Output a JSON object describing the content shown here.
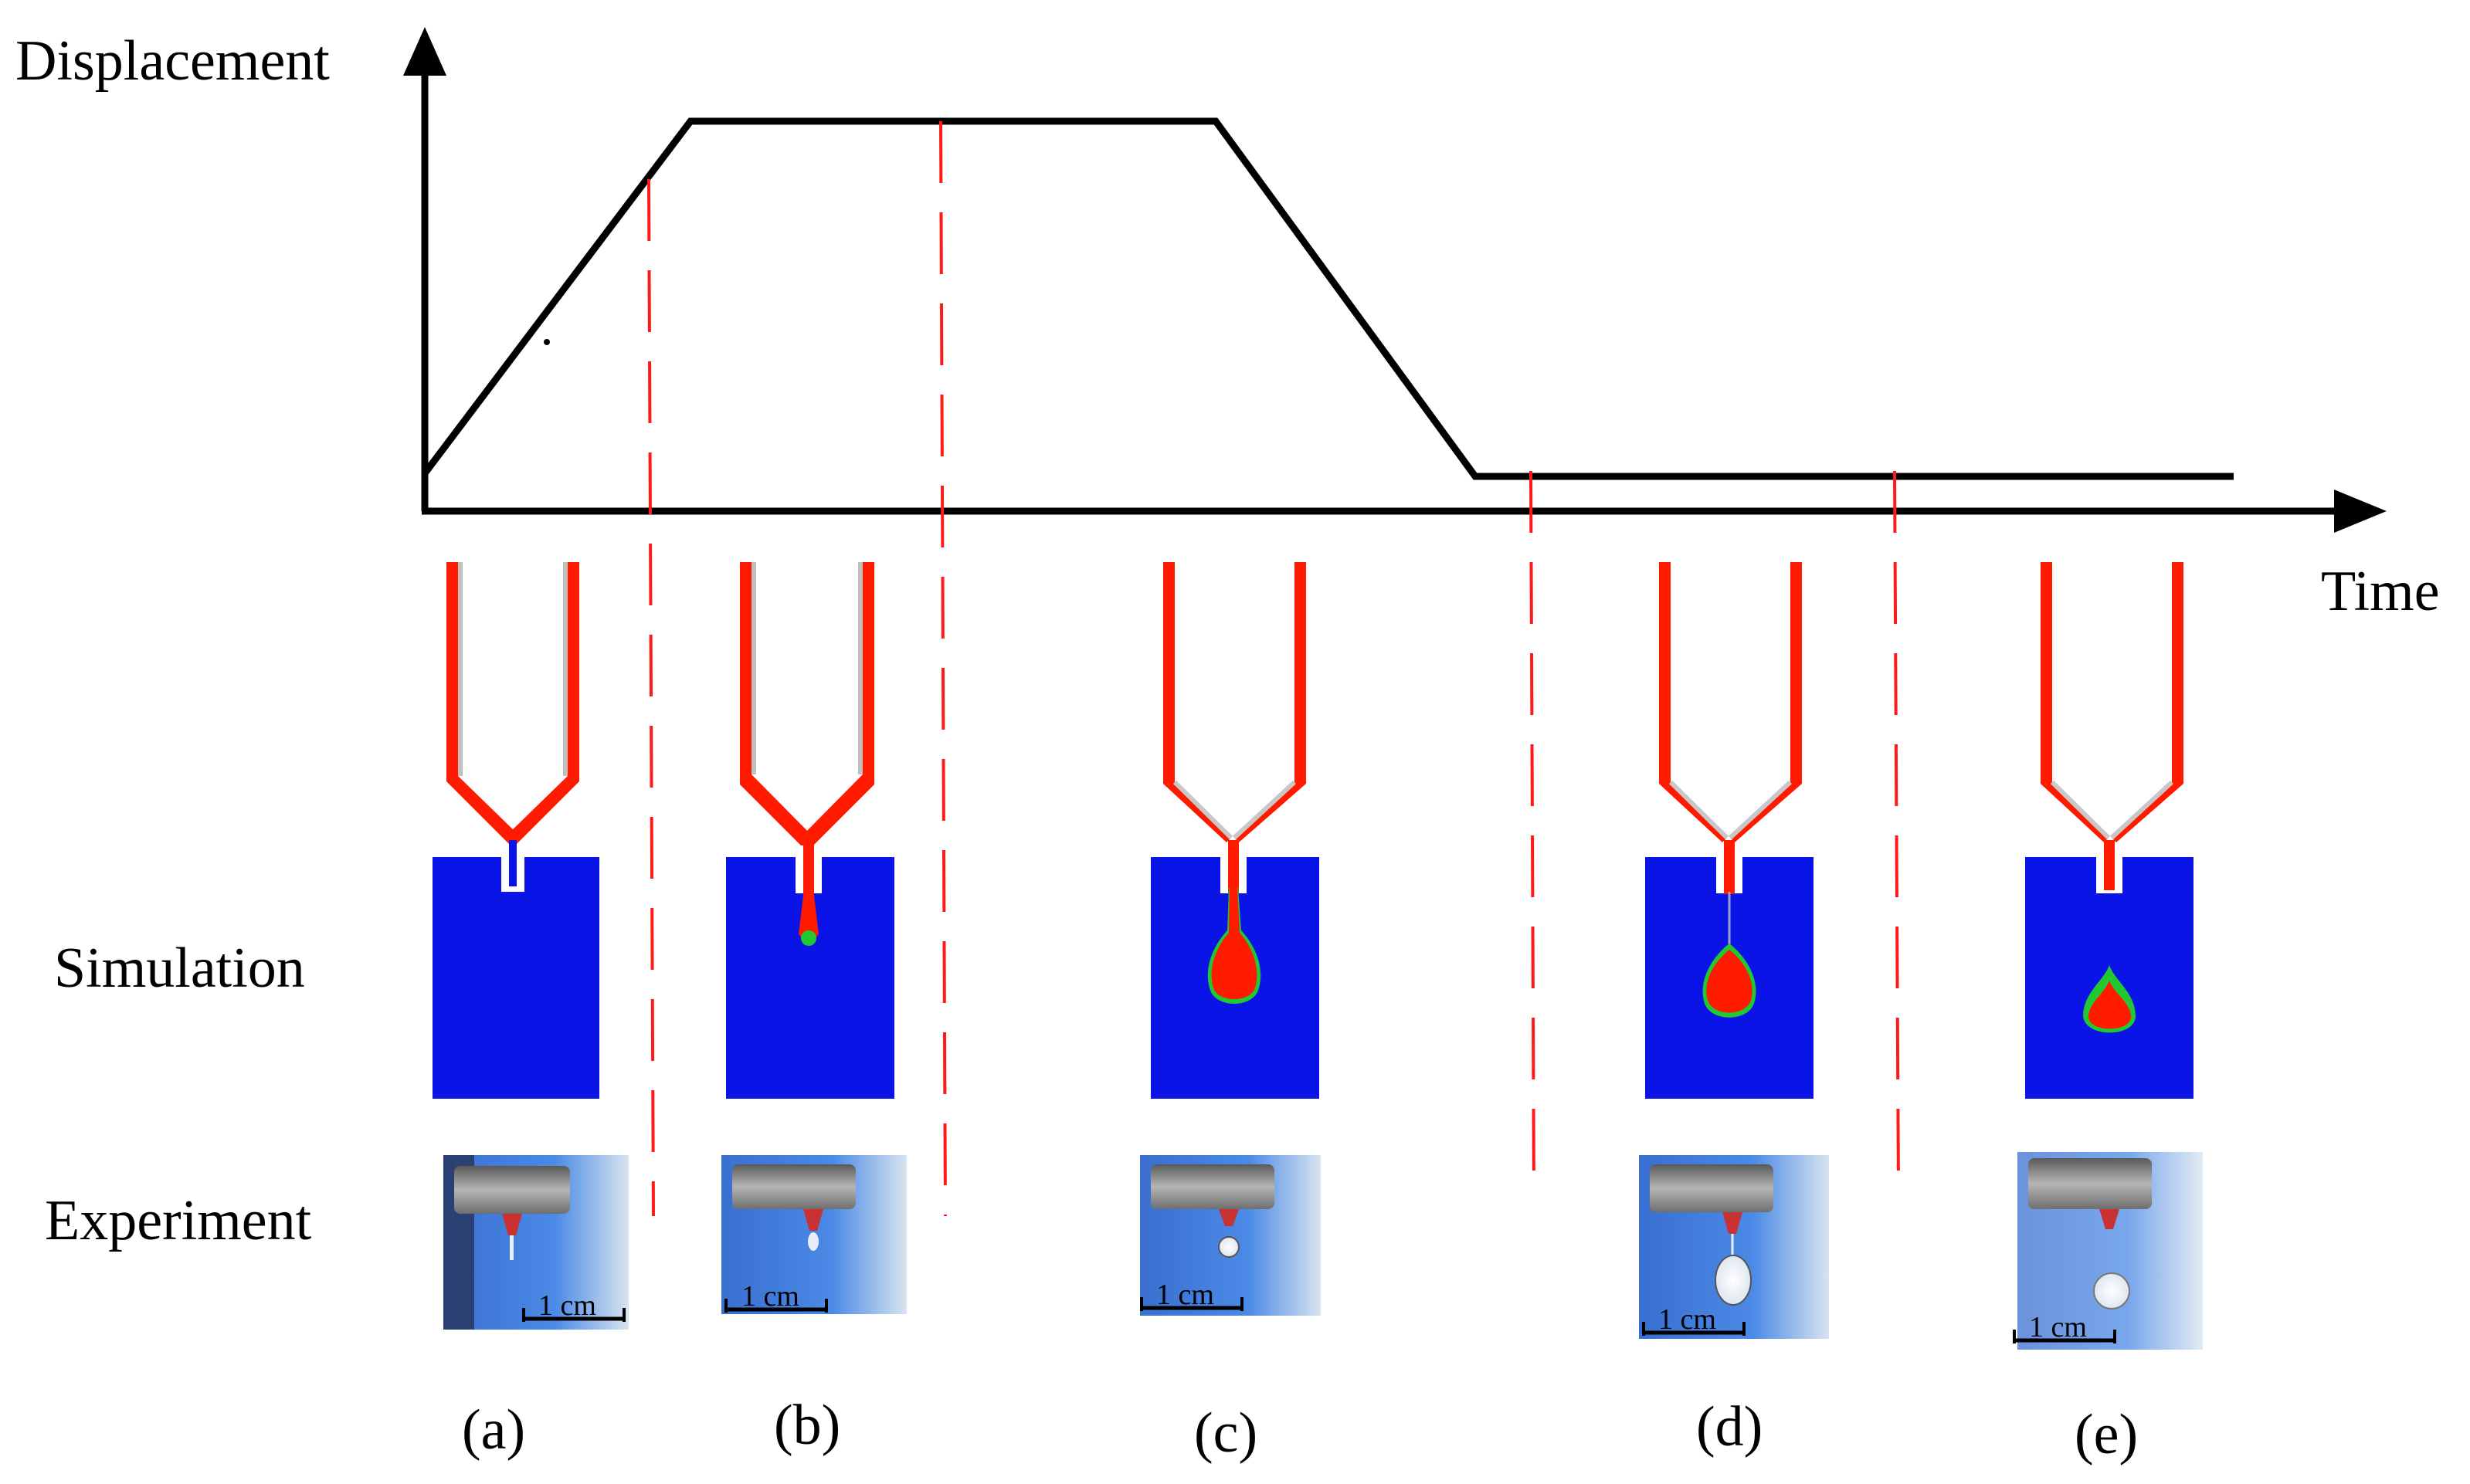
{
  "axes": {
    "y_label": "Displacement",
    "x_label": "Time"
  },
  "row_labels": {
    "simulation": "Simulation",
    "experiment": "Experiment"
  },
  "scale_bar_label": "1 cm",
  "displacement_profile": {
    "phases": [
      "ramp-up",
      "hold",
      "ramp-down",
      "rest"
    ]
  },
  "stages": [
    {
      "id": "a",
      "label": "(a)",
      "sim_state": "initial"
    },
    {
      "id": "b",
      "label": "(b)",
      "sim_state": "jet-start"
    },
    {
      "id": "c",
      "label": "(c)",
      "sim_state": "pinch-forming"
    },
    {
      "id": "d",
      "label": "(d)",
      "sim_state": "thin-neck"
    },
    {
      "id": "e",
      "label": "(e)",
      "sim_state": "detached-droplet"
    }
  ],
  "colors": {
    "axis": "#000000",
    "divider": "#ff1a1a",
    "fluid": "#ff1a00",
    "chamber": "#0a14e6",
    "interface": "#22c832",
    "wall_gray": "#bfbfbf"
  }
}
